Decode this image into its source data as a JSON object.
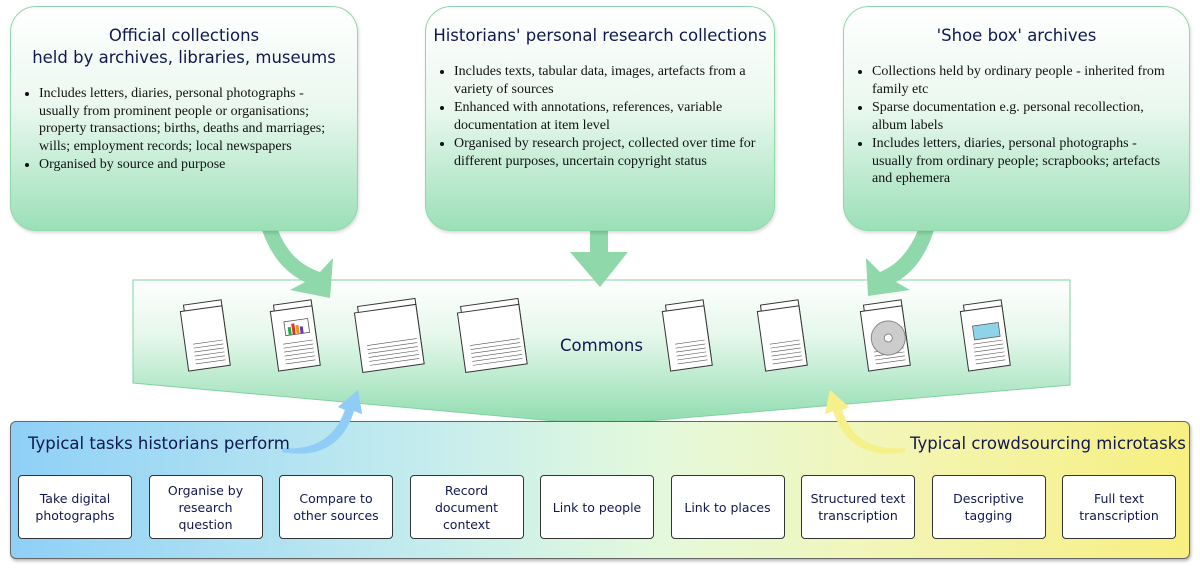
{
  "sources": [
    {
      "title_lines": [
        "Official collections",
        "held by archives, libraries, museums"
      ],
      "bullets": [
        "Includes letters, diaries, personal photographs - usually from prominent people or organisations; property transactions; births, deaths and marriages; wills; employment records; local newspapers",
        "Organised by source and purpose"
      ]
    },
    {
      "title_lines": [
        "Historians' personal research collections"
      ],
      "bullets": [
        "Includes texts, tabular data, images, artefacts from a variety of sources",
        "Enhanced with annotations, references, variable documentation at item level",
        "Organised by research project, collected over time for different purposes, uncertain copyright status"
      ]
    },
    {
      "title_lines": [
        "'Shoe box' archives"
      ],
      "bullets": [
        "Collections held by ordinary people - inherited from family etc",
        "Sparse documentation e.g. personal recollection, album labels",
        "Includes letters, diaries, personal photographs - usually from ordinary people; scrapbooks; artefacts and ephemera"
      ]
    }
  ],
  "commons": {
    "label": "Commons",
    "icons": [
      "document-stack-icon",
      "chart-document-icon",
      "notebook-icon",
      "photo-album-icon",
      "text-document-icon",
      "flowchart-document-icon",
      "cd-disc-icon",
      "map-document-icon"
    ]
  },
  "tasks_panel": {
    "left_title": "Typical tasks historians perform",
    "right_title": "Typical crowdsourcing microtasks",
    "tasks": [
      "Take digital photographs",
      "Organise by research question",
      "Compare to other sources",
      "Record document context",
      "Link to people",
      "Link to places",
      "Structured text transcription",
      "Descriptive tagging",
      "Full text transcription"
    ]
  },
  "colors": {
    "green": "#9be0b7",
    "blue": "#8fd0f7",
    "yellow": "#f7ef80",
    "text": "#101850"
  }
}
